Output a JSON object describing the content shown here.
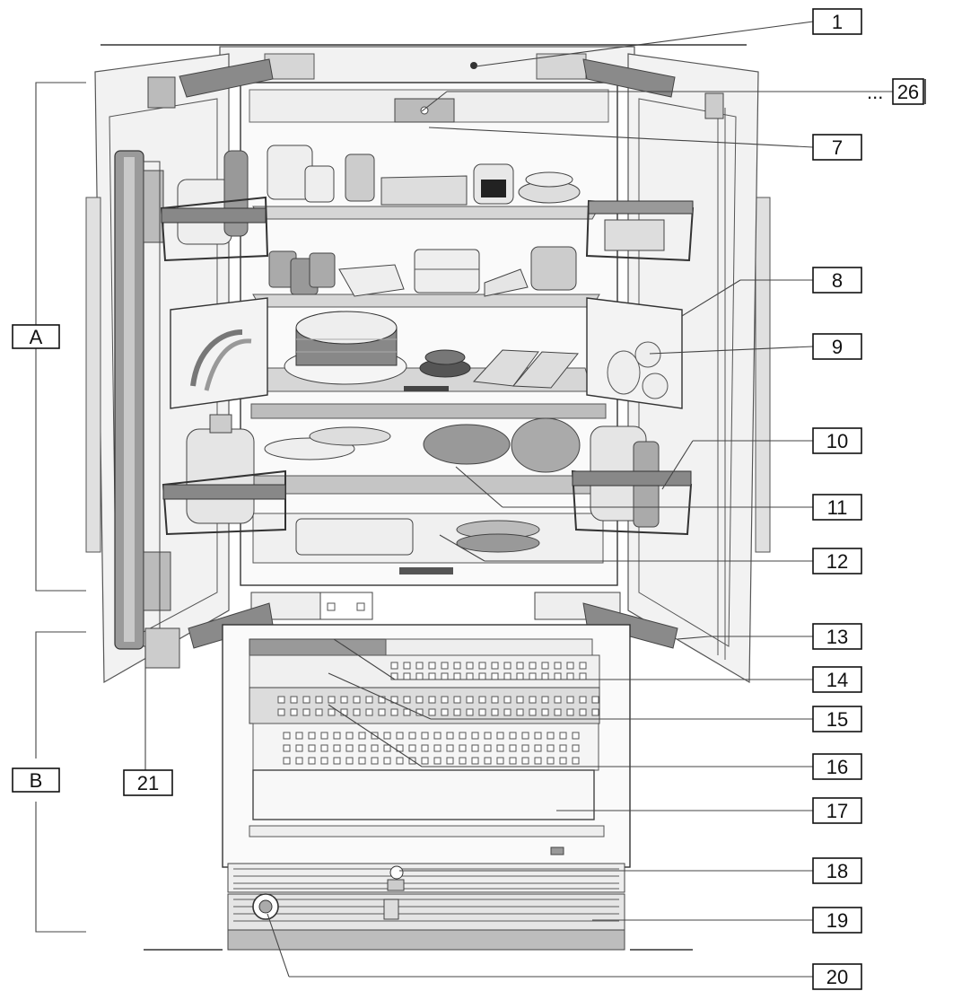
{
  "callouts": [
    {
      "id": "1",
      "label": "1"
    },
    {
      "id": "2-6",
      "label": "2",
      "label2": "6",
      "prefix": "..."
    },
    {
      "id": "7",
      "label": "7"
    },
    {
      "id": "8",
      "label": "8"
    },
    {
      "id": "9",
      "label": "9"
    },
    {
      "id": "10",
      "label": "10"
    },
    {
      "id": "11",
      "label": "11"
    },
    {
      "id": "12",
      "label": "12"
    },
    {
      "id": "13",
      "label": "13"
    },
    {
      "id": "14",
      "label": "14"
    },
    {
      "id": "15",
      "label": "15"
    },
    {
      "id": "16",
      "label": "16"
    },
    {
      "id": "17",
      "label": "17"
    },
    {
      "id": "18",
      "label": "18"
    },
    {
      "id": "19",
      "label": "19"
    },
    {
      "id": "20",
      "label": "20"
    },
    {
      "id": "21",
      "label": "21"
    }
  ],
  "sections": [
    {
      "id": "A",
      "label": "A"
    },
    {
      "id": "B",
      "label": "B"
    }
  ]
}
